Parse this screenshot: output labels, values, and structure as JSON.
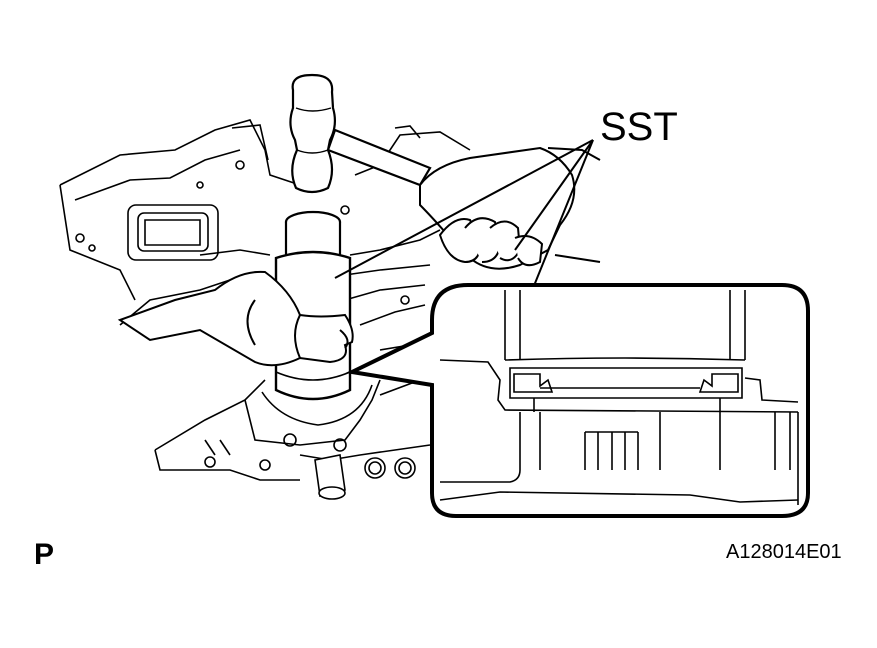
{
  "labels": {
    "tool": "SST",
    "view": "P",
    "figure_id": "A128014E01"
  },
  "colors": {
    "ink": "#000000",
    "paper": "#ffffff"
  }
}
